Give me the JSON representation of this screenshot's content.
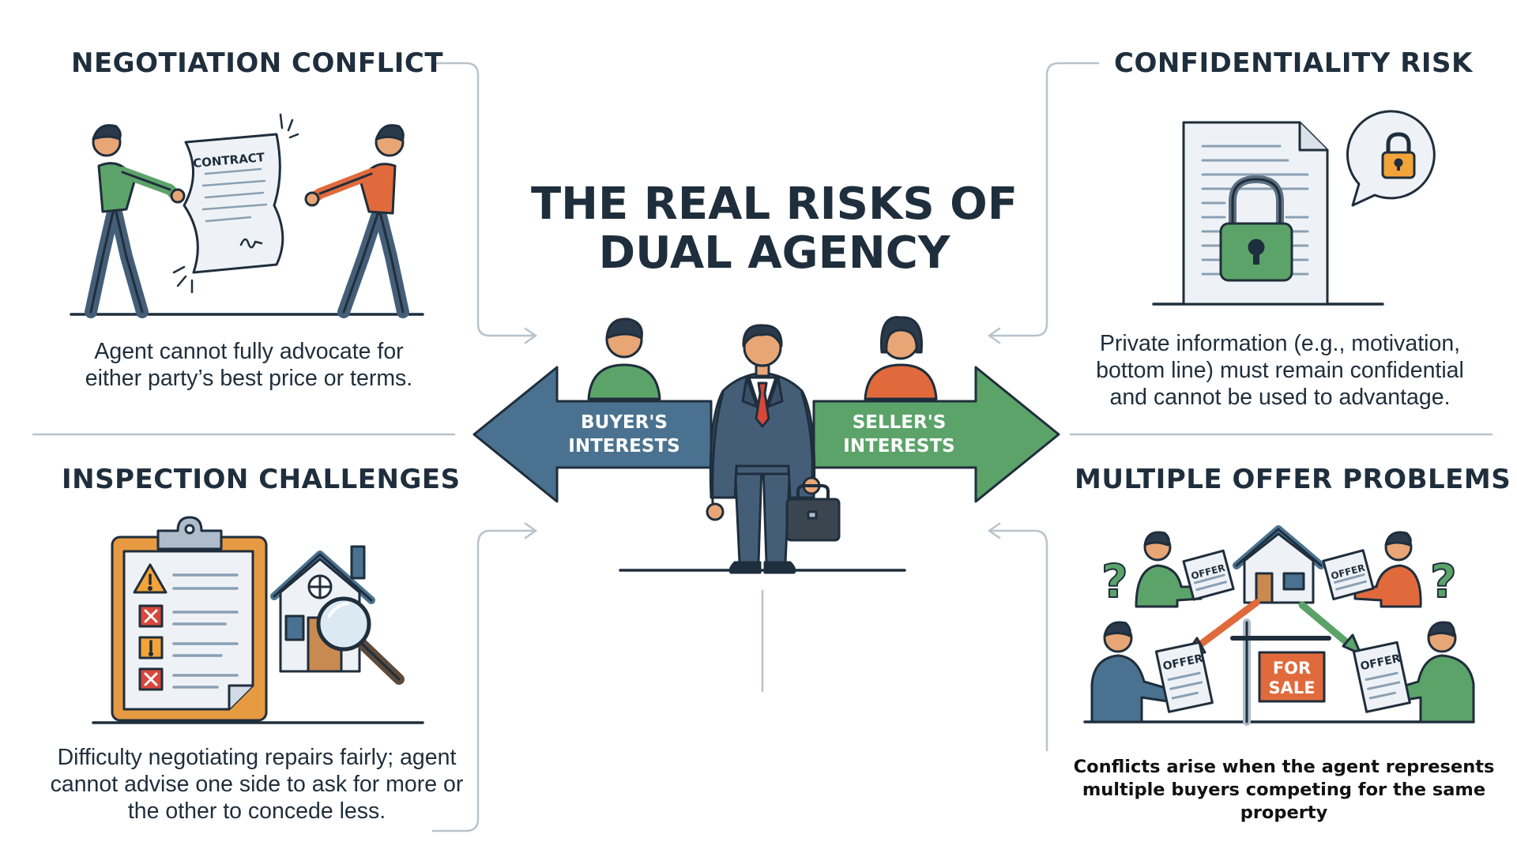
{
  "title": {
    "line1": "THE REAL RISKS OF",
    "line2": "DUAL AGENCY"
  },
  "center": {
    "buyer_label": {
      "line1": "BUYER'S",
      "line2": "INTERESTS"
    },
    "seller_label": {
      "line1": "SELLER'S",
      "line2": "INTERESTS"
    }
  },
  "quadrants": {
    "negotiation": {
      "title": "NEGOTIATION CONFLICT",
      "illustration_text": "CONTRACT",
      "lines": [
        "Agent cannot fully advocate for",
        "either party’s best price or terms."
      ]
    },
    "confidentiality": {
      "title": "CONFIDENTIALITY RISK",
      "lines": [
        "Private information (e.g., motivation,",
        "bottom line) must remain confidential",
        "and cannot be used to advantage."
      ]
    },
    "inspection": {
      "title": "INSPECTION CHALLENGES",
      "lines": [
        "Difficulty negotiating repairs fairly; agent",
        "cannot advise one side to ask for more or",
        "the other to concede less."
      ]
    },
    "multiple_offer": {
      "title": "MULTIPLE OFFER PROBLEMS",
      "offer_label": "OFFER",
      "sign": {
        "line1": "FOR",
        "line2": "SALE"
      },
      "lines": [
        "Conflicts arise when the agent represents",
        "multiple buyers competing for the same",
        "property"
      ]
    }
  },
  "colors": {
    "navy": "#1f2e3c",
    "blue_arrow": "#4a7290",
    "green_arrow": "#5ca36a",
    "orange": "#e06a3c",
    "green_shirt": "#5ca36a",
    "skin": "#e8a676",
    "connector": "#b8c4cc"
  },
  "icons": [
    "tug-of-war-icon",
    "document-lock-icon",
    "clipboard-house-icon",
    "competing-offers-icon",
    "agent-icon",
    "briefcase-icon"
  ]
}
